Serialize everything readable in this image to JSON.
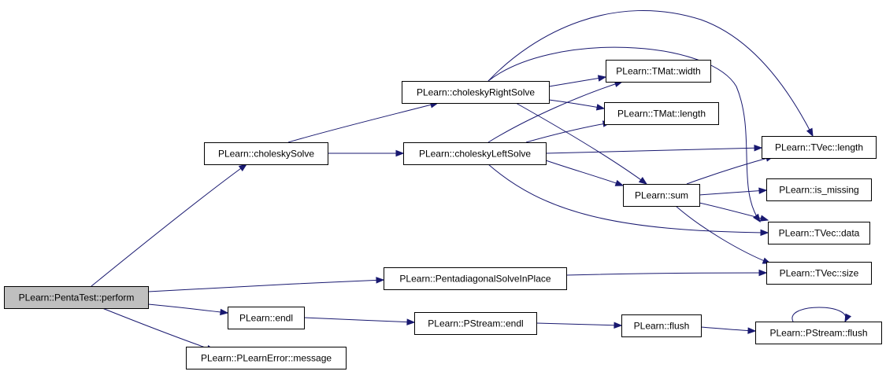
{
  "graph": {
    "nodes": [
      {
        "id": "perform",
        "label": "PLearn::PentaTest::perform",
        "root": true
      },
      {
        "id": "choleskySolve",
        "label": "PLearn::choleskySolve"
      },
      {
        "id": "choleskyRightSolve",
        "label": "PLearn::choleskyRightSolve"
      },
      {
        "id": "choleskyLeftSolve",
        "label": "PLearn::choleskyLeftSolve"
      },
      {
        "id": "tmatWidth",
        "label": "PLearn::TMat::width"
      },
      {
        "id": "tmatLength",
        "label": "PLearn::TMat::length"
      },
      {
        "id": "sum",
        "label": "PLearn::sum"
      },
      {
        "id": "tvecLength",
        "label": "PLearn::TVec::length"
      },
      {
        "id": "isMissing",
        "label": "PLearn::is_missing"
      },
      {
        "id": "tvecData",
        "label": "PLearn::TVec::data"
      },
      {
        "id": "tvecSize",
        "label": "PLearn::TVec::size"
      },
      {
        "id": "pentaSolve",
        "label": "PLearn::PentadiagonalSolveInPlace"
      },
      {
        "id": "endl",
        "label": "PLearn::endl"
      },
      {
        "id": "pstreamEndl",
        "label": "PLearn::PStream::endl"
      },
      {
        "id": "flush",
        "label": "PLearn::flush"
      },
      {
        "id": "pstreamFlush",
        "label": "PLearn::PStream::flush"
      },
      {
        "id": "message",
        "label": "PLearn::PLearnError::message"
      }
    ],
    "edges": [
      {
        "from": "perform",
        "to": "choleskySolve"
      },
      {
        "from": "perform",
        "to": "pentaSolve"
      },
      {
        "from": "perform",
        "to": "endl"
      },
      {
        "from": "perform",
        "to": "message"
      },
      {
        "from": "choleskySolve",
        "to": "choleskyRightSolve"
      },
      {
        "from": "choleskySolve",
        "to": "choleskyLeftSolve"
      },
      {
        "from": "choleskyRightSolve",
        "to": "tmatWidth"
      },
      {
        "from": "choleskyRightSolve",
        "to": "tmatLength"
      },
      {
        "from": "choleskyRightSolve",
        "to": "tvecLength"
      },
      {
        "from": "choleskyRightSolve",
        "to": "sum"
      },
      {
        "from": "choleskyRightSolve",
        "to": "tvecData"
      },
      {
        "from": "choleskyLeftSolve",
        "to": "tmatWidth"
      },
      {
        "from": "choleskyLeftSolve",
        "to": "tmatLength"
      },
      {
        "from": "choleskyLeftSolve",
        "to": "tvecLength"
      },
      {
        "from": "choleskyLeftSolve",
        "to": "sum"
      },
      {
        "from": "choleskyLeftSolve",
        "to": "tvecData"
      },
      {
        "from": "sum",
        "to": "tvecLength"
      },
      {
        "from": "sum",
        "to": "isMissing"
      },
      {
        "from": "sum",
        "to": "tvecData"
      },
      {
        "from": "sum",
        "to": "tvecSize"
      },
      {
        "from": "pentaSolve",
        "to": "tvecSize"
      },
      {
        "from": "endl",
        "to": "pstreamEndl"
      },
      {
        "from": "pstreamEndl",
        "to": "flush"
      },
      {
        "from": "flush",
        "to": "pstreamFlush"
      },
      {
        "from": "pstreamFlush",
        "to": "pstreamFlush"
      }
    ]
  }
}
